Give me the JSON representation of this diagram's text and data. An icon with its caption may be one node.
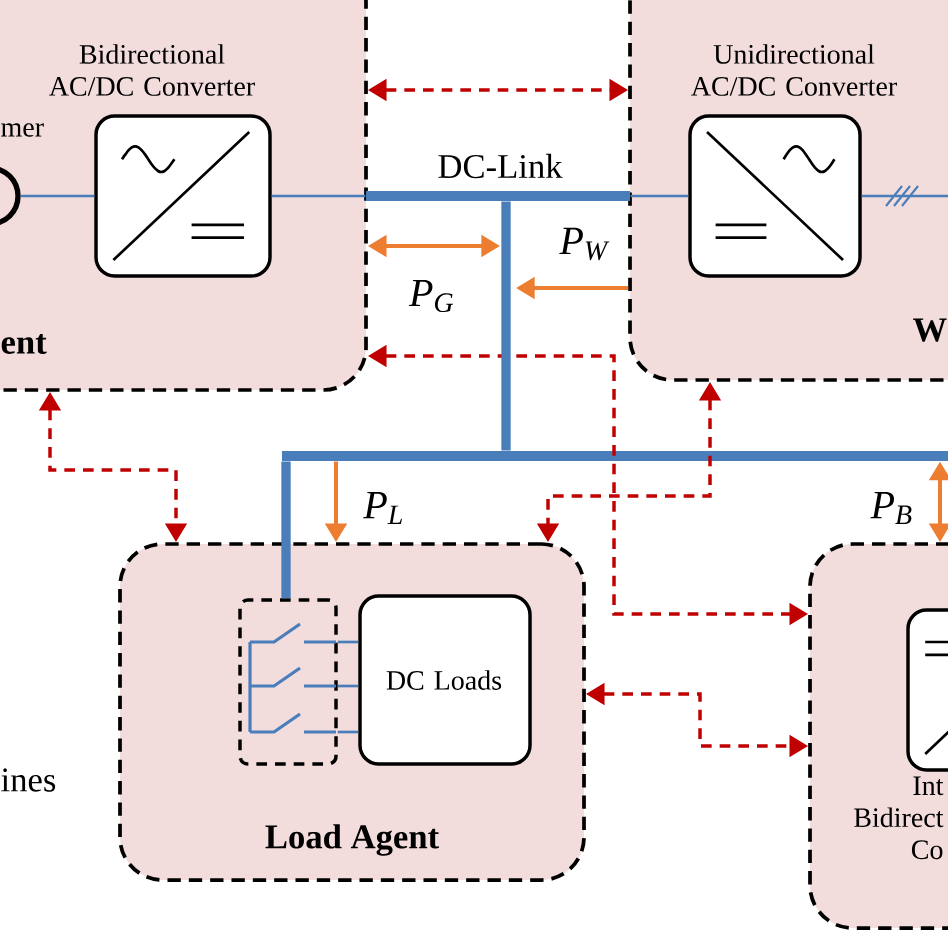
{
  "diagram": {
    "nodes": [
      {
        "text": [
          "ent"
        ]
      },
      {
        "text": [
          "Bidirectional AC/DC Converter"
        ],
        "in": 0
      },
      {
        "text": [
          "mer"
        ],
        "in": 0
      },
      {
        "text": [
          "W"
        ]
      },
      {
        "text": [
          "Unidirectional AC/DC Converter"
        ],
        "in": 3
      },
      {
        "text": [
          "Load Agent"
        ]
      },
      {
        "text": [],
        "shape": "box",
        "in": 5
      },
      {
        "text": [
          "DC Loads"
        ],
        "in": 5
      },
      {
        "text": [],
        "shape": "box"
      },
      {
        "text": [
          "Int Bidirect Co"
        ],
        "in": 8
      },
      {
        "text": [],
        "shape": "bar"
      },
      {
        "text": [],
        "shape": "bar"
      }
    ],
    "edges": [
      {
        "from": 0,
        "to": 3,
        "arrow": "both",
        "style": "dashed",
        "color": "#c00000"
      },
      {
        "from": 0,
        "to": 8,
        "arrow": "both",
        "style": "dashed",
        "color": "#c00000"
      },
      {
        "from": 3,
        "to": 5,
        "arrow": "both",
        "style": "dashed",
        "color": "#c00000"
      },
      {
        "from": 0,
        "to": 5,
        "arrow": "both",
        "style": "dashed",
        "color": "#c00000"
      },
      {
        "from": 5,
        "to": 8,
        "arrow": "both",
        "style": "dashed",
        "color": "#c00000"
      },
      {
        "from": null,
        "to": 0,
        "arrow": "both",
        "label": "P$_{G}$",
        "color": "#ed7d31"
      },
      {
        "from": 3,
        "to": null,
        "arrow": "to",
        "label": "P$_{W}$",
        "color": "#ed7d31"
      },
      {
        "from": 11,
        "to": 5,
        "arrow": "to",
        "label": "P$_{L}$",
        "color": "#ed7d31"
      },
      {
        "from": 11,
        "to": 8,
        "arrow": "both",
        "label": "P$_{B}$",
        "color": "#ed7d31"
      },
      {
        "from": 2,
        "to": 1,
        "arrow": "none",
        "color": "#4a7ebb"
      },
      {
        "from": 1,
        "to": 10,
        "arrow": "none",
        "color": "#4a7ebb"
      },
      {
        "from": 10,
        "to": 4,
        "arrow": "none",
        "color": "#4a7ebb"
      },
      {
        "from": 10,
        "to": 11,
        "arrow": "none",
        "style": "thick",
        "color": "#4a7ebb"
      },
      {
        "from": 11,
        "to": 6,
        "arrow": "none",
        "style": "thick",
        "color": "#4a7ebb"
      },
      {
        "from": 4,
        "to": null,
        "arrow": "none",
        "color": "#4a7ebb"
      },
      {
        "from": 6,
        "to": 7,
        "arrow": "none",
        "color": "#4a7ebb"
      },
      {
        "from": 6,
        "to": 7,
        "arrow": "none",
        "color": "#4a7ebb"
      },
      {
        "from": 6,
        "to": 7,
        "arrow": "none",
        "color": "#4a7ebb"
      }
    ],
    "labels": [
      "DC-Link",
      "ines"
    ]
  }
}
